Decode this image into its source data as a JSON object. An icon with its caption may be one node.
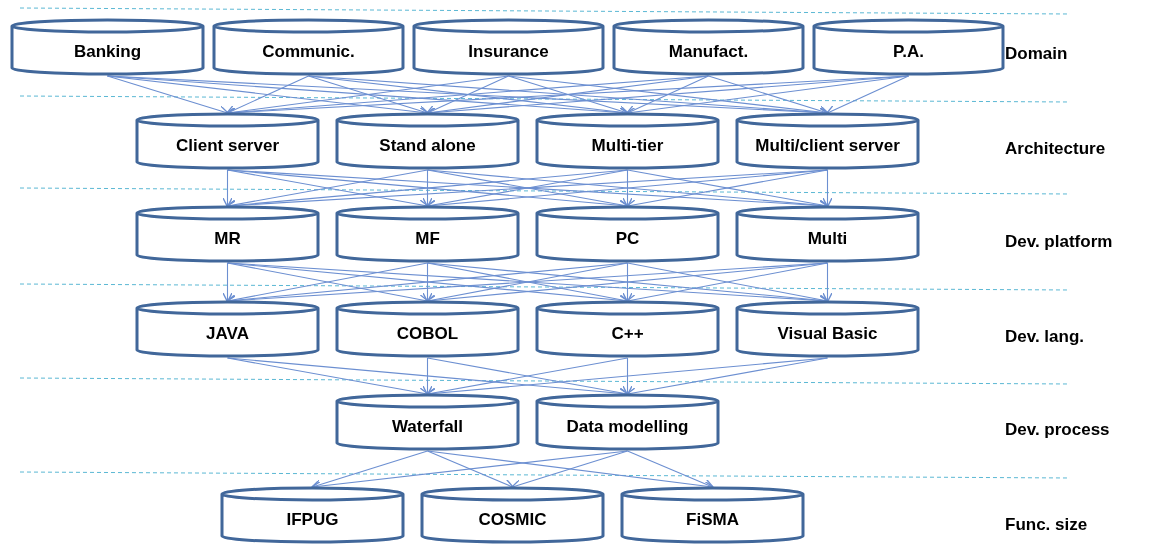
{
  "diagram": {
    "nodes": [
      {
        "text": [
          "Banking"
        ]
      },
      {
        "text": [
          "Communic."
        ]
      },
      {
        "text": [
          "Insurance"
        ]
      },
      {
        "text": [
          "Manufact."
        ]
      },
      {
        "text": [
          "P.A."
        ]
      },
      {
        "text": [
          "Client server"
        ]
      },
      {
        "text": [
          "Stand alone"
        ]
      },
      {
        "text": [
          "Multi-tier"
        ]
      },
      {
        "text": [
          "Multi/client server"
        ]
      },
      {
        "text": [
          "MR"
        ]
      },
      {
        "text": [
          "MF"
        ]
      },
      {
        "text": [
          "PC"
        ]
      },
      {
        "text": [
          "Multi"
        ]
      },
      {
        "text": [
          "JAVA"
        ]
      },
      {
        "text": [
          "COBOL"
        ]
      },
      {
        "text": [
          "C++"
        ]
      },
      {
        "text": [
          "Visual Basic"
        ]
      },
      {
        "text": [
          "Waterfall"
        ]
      },
      {
        "text": [
          "Data modelling"
        ]
      },
      {
        "text": [
          "IFPUG"
        ]
      },
      {
        "text": [
          "COSMIC"
        ]
      },
      {
        "text": [
          "FiSMA"
        ]
      }
    ],
    "edges": [
      {
        "from": 0,
        "to": 5,
        "arrow": "to"
      },
      {
        "from": 0,
        "to": 6,
        "arrow": "to"
      },
      {
        "from": 0,
        "to": 7,
        "arrow": "to"
      },
      {
        "from": 0,
        "to": 8,
        "arrow": "to"
      },
      {
        "from": 1,
        "to": 5,
        "arrow": "to"
      },
      {
        "from": 1,
        "to": 6,
        "arrow": "to"
      },
      {
        "from": 1,
        "to": 7,
        "arrow": "to"
      },
      {
        "from": 1,
        "to": 8,
        "arrow": "to"
      },
      {
        "from": 2,
        "to": 5,
        "arrow": "to"
      },
      {
        "from": 2,
        "to": 6,
        "arrow": "to"
      },
      {
        "from": 2,
        "to": 7,
        "arrow": "to"
      },
      {
        "from": 2,
        "to": 8,
        "arrow": "to"
      },
      {
        "from": 3,
        "to": 5,
        "arrow": "to"
      },
      {
        "from": 3,
        "to": 6,
        "arrow": "to"
      },
      {
        "from": 3,
        "to": 7,
        "arrow": "to"
      },
      {
        "from": 3,
        "to": 8,
        "arrow": "to"
      },
      {
        "from": 4,
        "to": 5,
        "arrow": "to"
      },
      {
        "from": 4,
        "to": 6,
        "arrow": "to"
      },
      {
        "from": 4,
        "to": 7,
        "arrow": "to"
      },
      {
        "from": 4,
        "to": 8,
        "arrow": "to"
      },
      {
        "from": 5,
        "to": 9,
        "arrow": "to"
      },
      {
        "from": 5,
        "to": 10,
        "arrow": "to"
      },
      {
        "from": 5,
        "to": 11,
        "arrow": "to"
      },
      {
        "from": 5,
        "to": 12,
        "arrow": "to"
      },
      {
        "from": 6,
        "to": 9,
        "arrow": "to"
      },
      {
        "from": 6,
        "to": 10,
        "arrow": "to"
      },
      {
        "from": 6,
        "to": 11,
        "arrow": "to"
      },
      {
        "from": 6,
        "to": 12,
        "arrow": "to"
      },
      {
        "from": 7,
        "to": 9,
        "arrow": "to"
      },
      {
        "from": 7,
        "to": 10,
        "arrow": "to"
      },
      {
        "from": 7,
        "to": 11,
        "arrow": "to"
      },
      {
        "from": 7,
        "to": 12,
        "arrow": "to"
      },
      {
        "from": 8,
        "to": 9,
        "arrow": "to"
      },
      {
        "from": 8,
        "to": 10,
        "arrow": "to"
      },
      {
        "from": 8,
        "to": 11,
        "arrow": "to"
      },
      {
        "from": 8,
        "to": 12,
        "arrow": "to"
      },
      {
        "from": 9,
        "to": 13,
        "arrow": "to"
      },
      {
        "from": 9,
        "to": 14,
        "arrow": "to"
      },
      {
        "from": 9,
        "to": 15,
        "arrow": "to"
      },
      {
        "from": 9,
        "to": 16,
        "arrow": "to"
      },
      {
        "from": 10,
        "to": 13,
        "arrow": "to"
      },
      {
        "from": 10,
        "to": 14,
        "arrow": "to"
      },
      {
        "from": 10,
        "to": 15,
        "arrow": "to"
      },
      {
        "from": 10,
        "to": 16,
        "arrow": "to"
      },
      {
        "from": 11,
        "to": 13,
        "arrow": "to"
      },
      {
        "from": 11,
        "to": 14,
        "arrow": "to"
      },
      {
        "from": 11,
        "to": 15,
        "arrow": "to"
      },
      {
        "from": 11,
        "to": 16,
        "arrow": "to"
      },
      {
        "from": 12,
        "to": 13,
        "arrow": "to"
      },
      {
        "from": 12,
        "to": 14,
        "arrow": "to"
      },
      {
        "from": 12,
        "to": 15,
        "arrow": "to"
      },
      {
        "from": 12,
        "to": 16,
        "arrow": "to"
      },
      {
        "from": 13,
        "to": 17,
        "arrow": "to"
      },
      {
        "from": 13,
        "to": 18,
        "arrow": "to"
      },
      {
        "from": 14,
        "to": 17,
        "arrow": "to"
      },
      {
        "from": 14,
        "to": 18,
        "arrow": "to"
      },
      {
        "from": 15,
        "to": 17,
        "arrow": "to"
      },
      {
        "from": 15,
        "to": 18,
        "arrow": "to"
      },
      {
        "from": 16,
        "to": 17,
        "arrow": "to"
      },
      {
        "from": 16,
        "to": 18,
        "arrow": "to"
      },
      {
        "from": 17,
        "to": 19,
        "arrow": "to"
      },
      {
        "from": 17,
        "to": 20,
        "arrow": "to"
      },
      {
        "from": 17,
        "to": 21,
        "arrow": "to"
      },
      {
        "from": 18,
        "to": 19,
        "arrow": "to"
      },
      {
        "from": 18,
        "to": 20,
        "arrow": "to"
      },
      {
        "from": 18,
        "to": 21,
        "arrow": "to"
      }
    ],
    "labels": [
      "Domain",
      "Architecture",
      "Dev. platform",
      "Dev. lang.",
      "Dev. process",
      "Func. size"
    ]
  }
}
